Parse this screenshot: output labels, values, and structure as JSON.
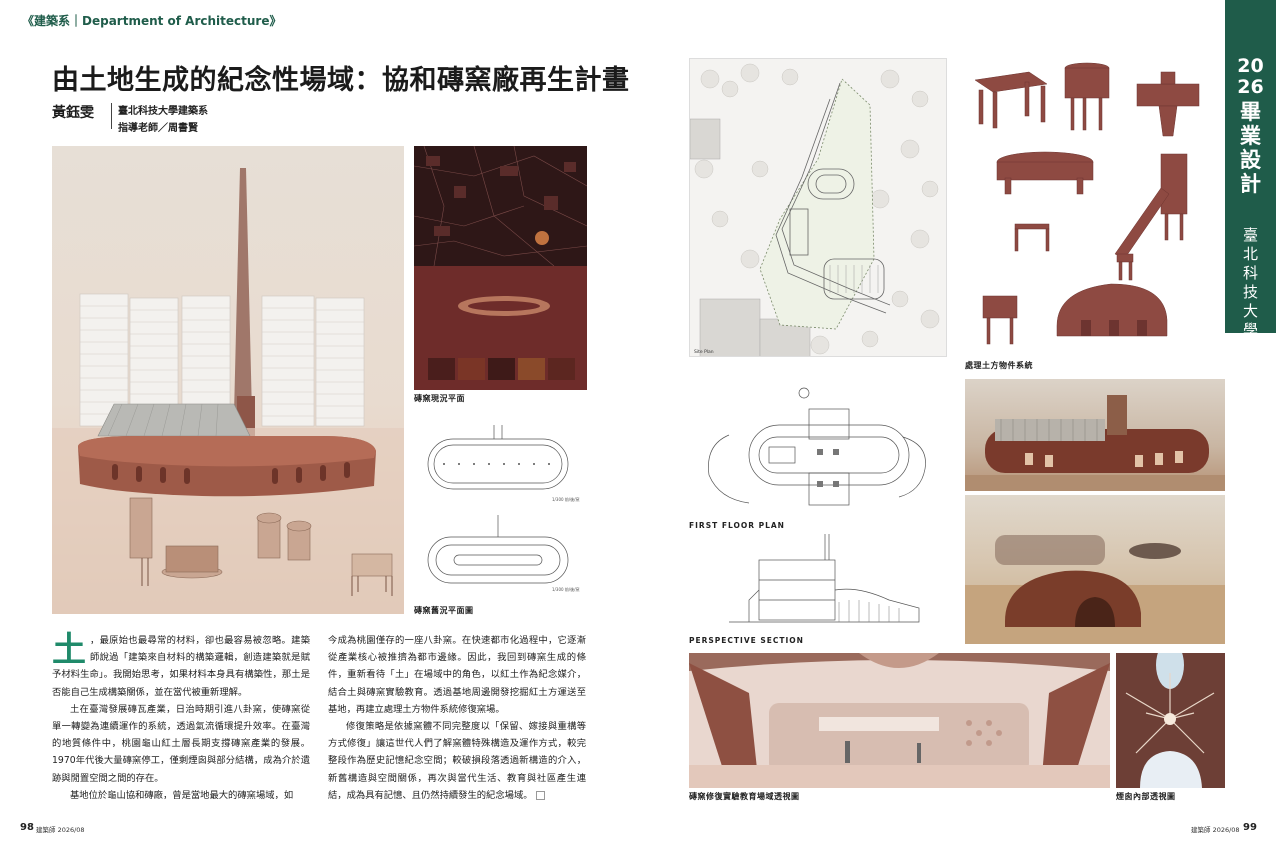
{
  "header": {
    "department": "《建築系｜Department of Architecture》",
    "title": "由土地生成的紀念性場域：協和磚窯廠再生計畫",
    "author": "黃鈺雯",
    "school": "臺北科技大學建築系",
    "advisor": "指導老師／周書賢"
  },
  "sidetab": {
    "year": "2026",
    "grad": "畢業設計",
    "university": "臺北科技大學"
  },
  "captions": {
    "kiln_site_plan": "磚窯現況平面",
    "kiln_old_plan": "磚窯舊況平面圖",
    "earth_objects": "處理土方物件系統",
    "first_floor": "FIRST FLOOR PLAN",
    "perspective_section": "PERSPECTIVE SECTION",
    "experience_perspective": "磚窯修復實驗教育場域透視圖",
    "chimney_perspective": "煙囪內部透視圖",
    "site_plan_label": "Site Plan",
    "plan_label_1": "1/300 前/後/窯",
    "plan_label_2": "1/300 前/後/窯"
  },
  "body": {
    "dropcap": "土",
    "p1": "，最原始也最尋常的材料，卻也最容易被忽略。建築師說過「建築來自材料的構築邏輯，創造建築就是賦予材料生命」。我開始思考，如果材料本身具有構築性，那土是否能自己生成構築關係，並在當代被重新理解。",
    "p2": "土在臺灣發展磚瓦產業，日治時期引進八卦窯，使磚窯從單一轉變為連續運作的系統，透過氣流循環提升效率。在臺灣的地質條件中，桃園龜山紅土層長期支撐磚窯產業的發展。1970年代後大量磚窯停工，僅剩煙囪與部分結構，成為介於遺跡與閒置空間之間的存在。",
    "p3": "基地位於龜山協和磚廠，曾是當地最大的磚窯場域，如今成為桃園僅存的一座八卦窯。在快速都市化過程中，它逐漸從產業核心被推擠為都市邊緣。因此，我回到磚窯生成的條件，重新看待「土」在場域中的角色，以紅土作為紀念媒介，結合土與磚窯實驗教育。透過基地周邊開發挖掘紅土方運送至基地，再建立處理土方物件系統修復窯場。",
    "p4": "修復策略是依據窯體不同完整度以「保留、嫁接與重構等方式修復」讓這世代人們了解窯體特殊構造及運作方式，較完整段作為歷史記憶紀念空間；較破損段落透過新構造的介入，新舊構造與空間關係，再次與當代生活、教育與社區產生連結，成為具有記憶、且仍然持續發生的紀念場域。"
  },
  "footer": {
    "page_left": "98",
    "page_right": "99",
    "magazine_left": "建築師 2026/08",
    "magazine_right": "建築師 2026/08"
  },
  "colors": {
    "accent_green": "#1f5c4a",
    "dropcap_green": "#1f8a6a",
    "brick": "#8e4a42"
  }
}
